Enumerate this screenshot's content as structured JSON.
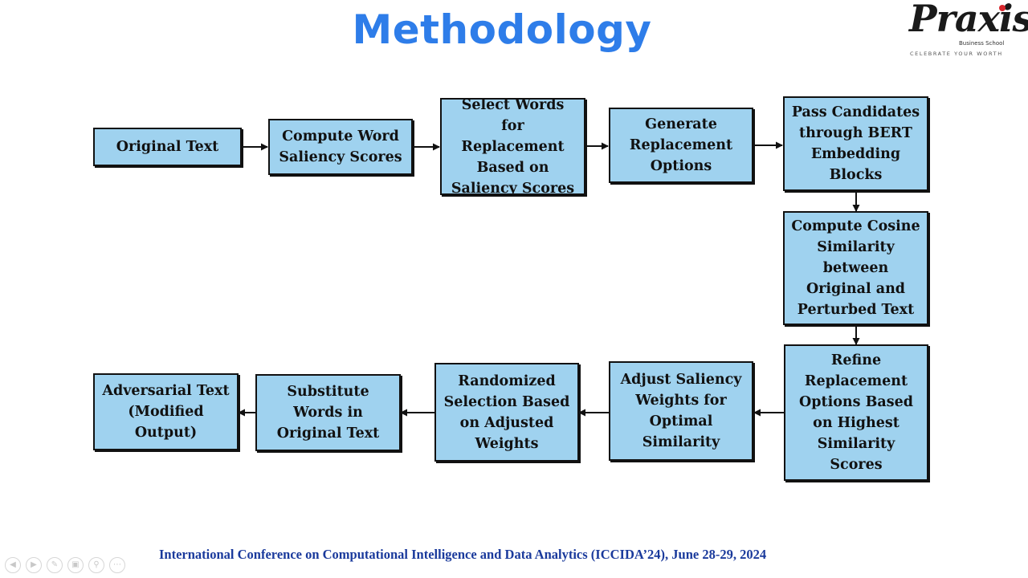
{
  "slide": {
    "title": "Methodology",
    "footer": "International Conference on Computational Intelligence and Data Analytics (ICCIDA’24), June 28-29, 2024"
  },
  "logo": {
    "name": "Praxis",
    "subtitle": "Business School",
    "tagline": "CELEBRATE YOUR WORTH"
  },
  "diagram": {
    "nodes": {
      "original_text": "Original Text",
      "compute_saliency": "Compute Word\nSaliency Scores",
      "select_words": "Select Words for\nReplacement\nBased on\nSaliency Scores",
      "generate_options": "Generate\nReplacement\nOptions",
      "bert_blocks": "Pass Candidates\nthrough BERT\nEmbedding\nBlocks",
      "cosine_similarity": "Compute Cosine\nSimilarity\nbetween\nOriginal and\nPerturbed Text",
      "refine_options": "Refine\nReplacement\nOptions Based\non Highest\nSimilarity\nScores",
      "adjust_weights": "Adjust Saliency\nWeights for\nOptimal\nSimilarity",
      "randomized_selection": "Randomized\nSelection Based\non Adjusted\nWeights",
      "substitute_words": "Substitute\nWords in\nOriginal Text",
      "adversarial_text": "Adversarial Text\n(Modified\nOutput)"
    }
  },
  "controls": {
    "icons": [
      "prev-icon",
      "next-icon",
      "pen-icon",
      "slides-icon",
      "zoom-icon",
      "more-icon"
    ]
  }
}
